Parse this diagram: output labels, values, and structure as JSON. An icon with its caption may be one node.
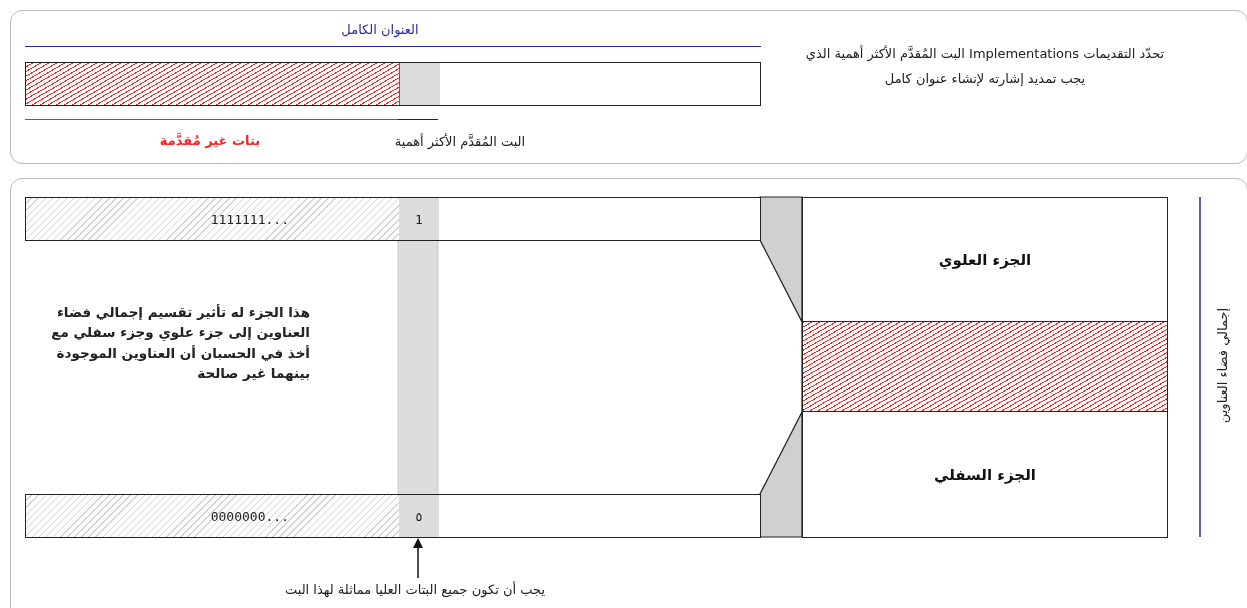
{
  "diagram": {
    "nodes": [
      {
        "text": [],
        "shape": "bar"
      },
      {
        "text": [
          "1",
          "1111111..."
        ]
      },
      {
        "text": [
          "٥",
          "0000000..."
        ]
      },
      {
        "text": [
          "الجزء العلوي"
        ]
      },
      {
        "text": [],
        "shape": "box"
      },
      {
        "text": [
          "الجزء السفلي"
        ]
      },
      {
        "text": [
          "يجب أن تكون جميع البتات العليا مماثلة لهذا البت"
        ]
      }
    ],
    "edges": [
      {
        "from": 6,
        "to": 2,
        "arrow": "to"
      }
    ],
    "labels": [
      "العنوان الكامل",
      "تحدّد التقديمات Implementations البت المُقدَّم الأكثر أهمية الذي يجب تمديد إشارته لإنشاء عنوان كامل",
      "بتات غير مُقدَّمة",
      "البت المُقدَّم الأكثر أهمية",
      "هذا الجزء له تأثير تقسيم إجمالي فضاء العناوين إلى جزء علوي وجزء سفلي مع أخذ في الحسبان أن العناوين الموجودة بينهما غير صالحة",
      "إجمالي فضاء العناوين"
    ]
  }
}
